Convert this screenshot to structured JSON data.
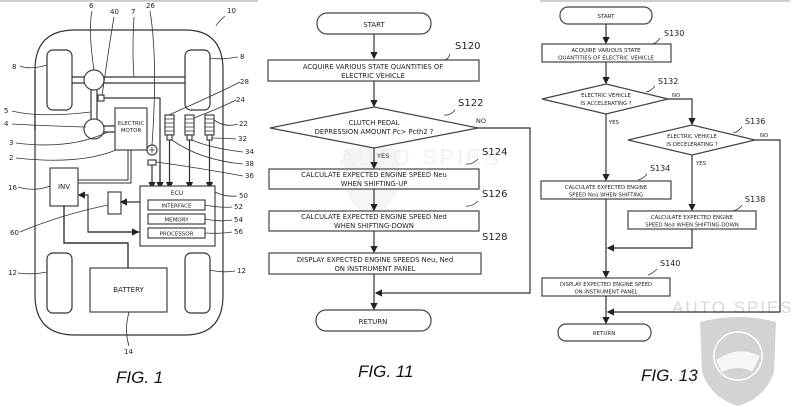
{
  "fig1": {
    "caption": "FIG. 1",
    "ref_vehicle": "10",
    "labels": {
      "electric_motor_line1": "ELECTRIC",
      "electric_motor_line2": "MOTOR",
      "inv": "INV",
      "ecu": "ECU",
      "interface": "INTERFACE",
      "memory": "MEMORY",
      "processor": "PROCESSOR",
      "battery": "BATTERY"
    },
    "refs": {
      "r6": "6",
      "r40": "40",
      "r7": "7",
      "r26": "26",
      "r8a": "8",
      "r8b": "8",
      "r28": "28",
      "r24": "24",
      "r5": "5",
      "r4": "4",
      "r3": "3",
      "r2": "2",
      "r22": "22",
      "r32": "32",
      "r34": "34",
      "r38": "38",
      "r36": "36",
      "r16": "16",
      "r50": "50",
      "r52": "52",
      "r54": "54",
      "r56": "56",
      "r60": "60",
      "r12a": "12",
      "r12b": "12",
      "r14": "14"
    }
  },
  "fig11": {
    "caption": "FIG. 11",
    "start": "START",
    "s120": {
      "id": "S120",
      "line1": "ACQUIRE VARIOUS STATE QUANTITIES OF",
      "line2": "ELECTRIC VEHICLE"
    },
    "s122": {
      "id": "S122",
      "line1": "CLUTCH PEDAL",
      "line2": "DEPRESSION AMOUNT Pc> Pcth2 ?",
      "yes": "YES",
      "no": "NO"
    },
    "s124": {
      "id": "S124",
      "line1": "CALCULATE EXPECTED ENGINE SPEED Neu",
      "line2": "WHEN SHIFTING-UP"
    },
    "s126": {
      "id": "S126",
      "line1": "CALCULATE EXPECTED ENGINE SPEED Ned",
      "line2": "WHEN SHIFTING-DOWN"
    },
    "s128": {
      "id": "S128",
      "line1": "DISPLAY EXPECTED ENGINE SPEEDS Neu, Ned",
      "line2": "ON INSTRUMENT PANEL"
    },
    "return": "RETURN"
  },
  "fig13": {
    "caption": "FIG. 13",
    "start": "START",
    "s130": {
      "id": "S130",
      "line1": "ACQUIRE VARIOUS STATE",
      "line2": "QUANTITIES OF ELECTRIC VEHICLE"
    },
    "s132": {
      "id": "S132",
      "line1": "ELECTRIC VEHICLE",
      "line2": "IS ACCELERATING ?",
      "yes": "YES",
      "no": "NO"
    },
    "s136": {
      "id": "S136",
      "line1": "ELECTRIC VEHICLE",
      "line2": "IS DECELERATING ?",
      "yes": "YES",
      "no": "NO"
    },
    "s134": {
      "id": "S134",
      "line1": "CALCULATE EXPECTED ENGINE",
      "line2": "SPEED Neu WHEN SHIFTING"
    },
    "s138": {
      "id": "S138",
      "line1": "CALCULATE EXPECTED ENGINE",
      "line2": "SPEED Ned WHEN SHIFTING-DOWN"
    },
    "s140": {
      "id": "S140",
      "line1": "DISPLAY EXPECTED ENGINE SPEED",
      "line2": "ON INSTRUMENT PANEL"
    },
    "return": "RETURN"
  },
  "watermark": {
    "text": "AUTO SPIES"
  }
}
